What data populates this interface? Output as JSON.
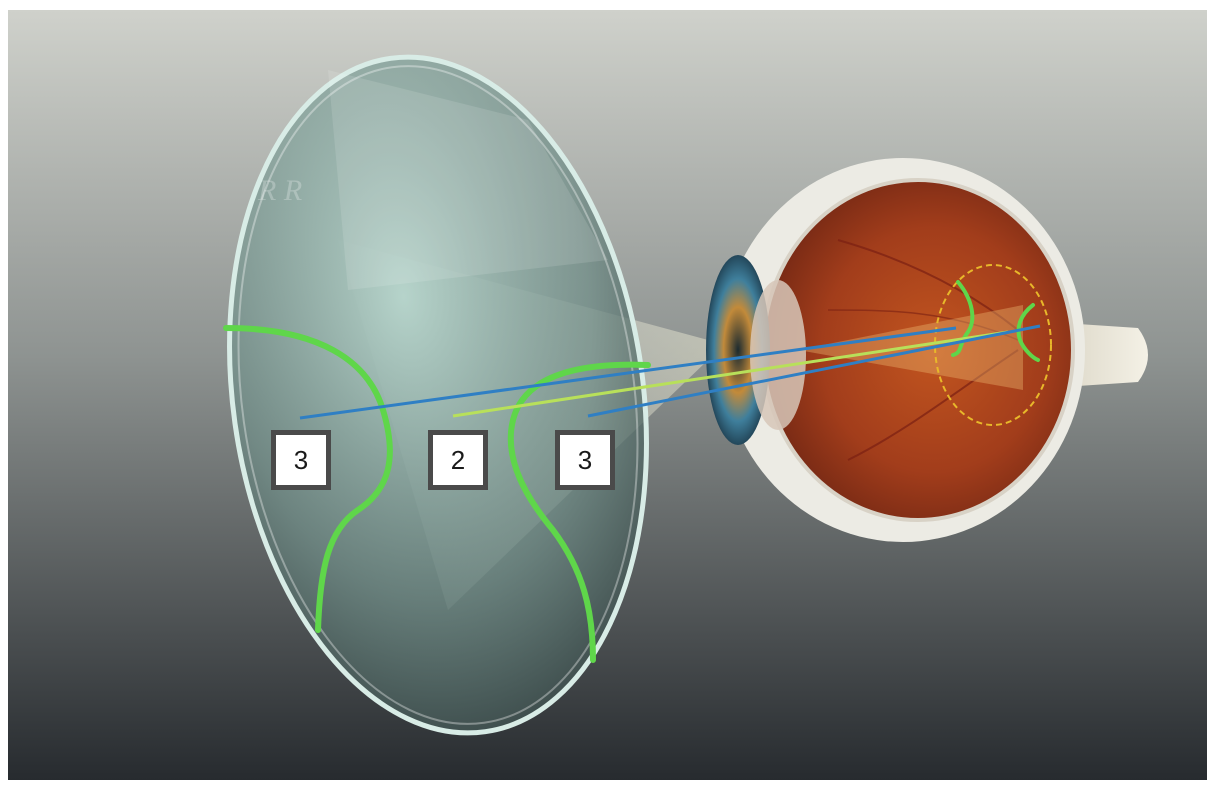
{
  "diagram": {
    "lens_marking": "R R",
    "labels": [
      {
        "id": "left",
        "text": "3"
      },
      {
        "id": "center",
        "text": "2"
      },
      {
        "id": "right",
        "text": "3"
      }
    ],
    "colors": {
      "background_top": "#c9cbc6",
      "background_bottom": "#2b2f33",
      "lens_tint": "#a9d1c6",
      "progressive_zone_lines": "#5fd64a",
      "ray_peripheral": "#2f7fc4",
      "ray_central": "#b8e05a",
      "retina": "#9e3a1c",
      "sclera": "#ecebe4",
      "iris": "#3f7f9c",
      "macula_ring": "#e8b82a"
    }
  }
}
